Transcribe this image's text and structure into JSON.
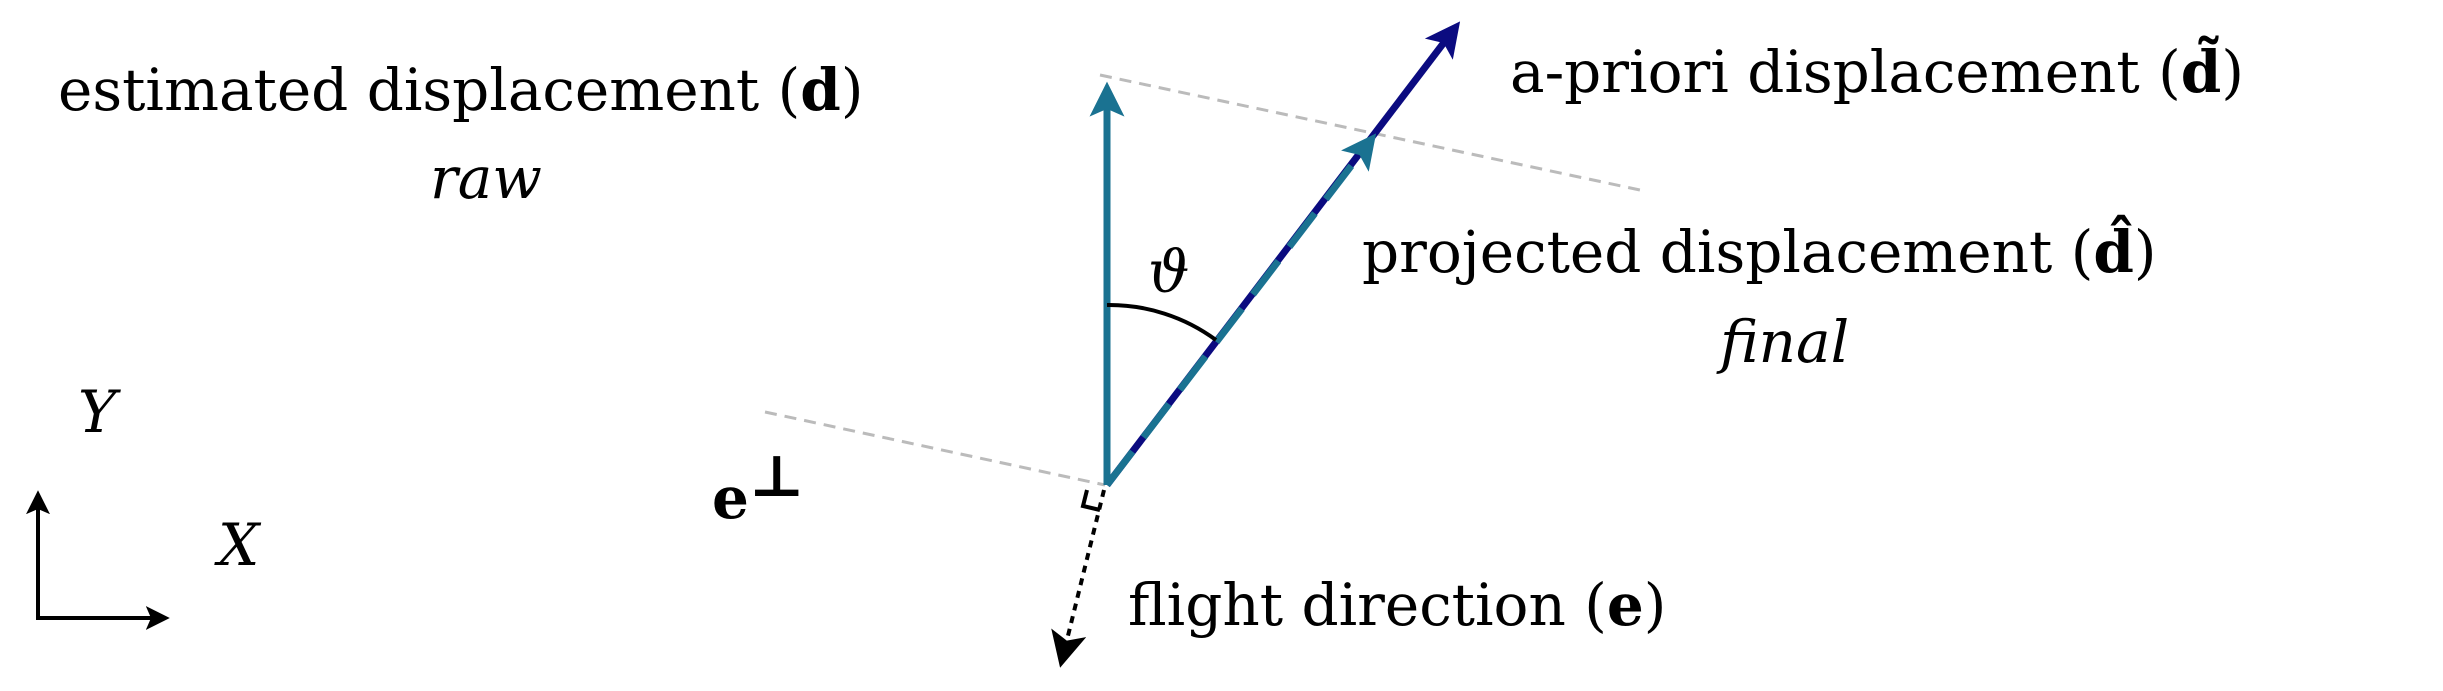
{
  "labels": {
    "estimated_text": "estimated displacement (",
    "estimated_symbol": "d",
    "estimated_close": ")",
    "estimated_sub": "raw",
    "apriori_text": "a-priori displacement (",
    "apriori_symbol": "d̃",
    "apriori_close": ")",
    "projected_text": "projected displacement (",
    "projected_symbol": "d̂",
    "projected_close": ")",
    "projected_sub": "final",
    "theta": "ϑ",
    "perp_symbol": "e",
    "perp_sup": "⊥",
    "flight_text": "flight direction (",
    "flight_symbol": "e",
    "flight_close": ")",
    "axis_y": "Y",
    "axis_x": "X"
  },
  "colors": {
    "estimated": "#1a7291",
    "apriori": "#0b0b80",
    "guide": "#bbbbbb",
    "black": "#000000"
  }
}
